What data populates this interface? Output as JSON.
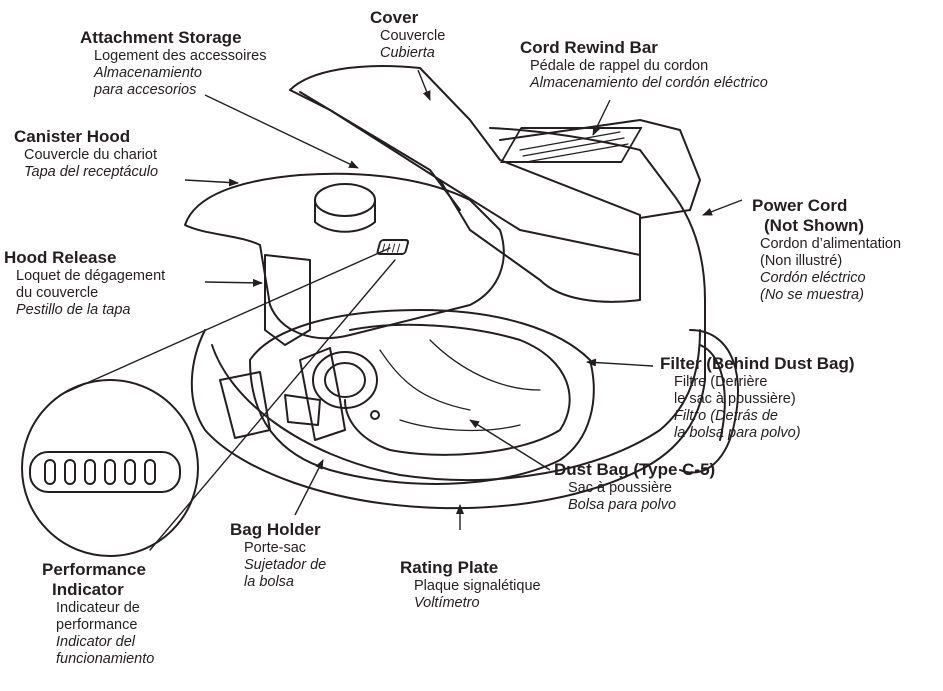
{
  "labels": {
    "attachment_storage": {
      "title": "Attachment Storage",
      "fr": "Logement des accessoires",
      "es1": "Almacenamiento",
      "es2": "para accesorios"
    },
    "cover": {
      "title": "Cover",
      "fr": "Couvercle",
      "es": "Cubierta"
    },
    "cord_rewind_bar": {
      "title": "Cord Rewind Bar",
      "fr": "Pédale de rappel du cordon",
      "es": "Almacenamiento del cordón eléctrico"
    },
    "canister_hood": {
      "title": "Canister Hood",
      "fr": "Couvercle du chariot",
      "es": "Tapa del receptáculo"
    },
    "power_cord": {
      "title1": "Power Cord",
      "title2": "(Not Shown)",
      "fr1": "Cordon d’alimentation",
      "fr2": "(Non illustré)",
      "es1": "Cordón eléctrico",
      "es2": "(No se muestra)"
    },
    "hood_release": {
      "title": "Hood Release",
      "fr1": "Loquet de dégagement",
      "fr2": "du couvercle",
      "es": "Pestillo de la tapa"
    },
    "filter": {
      "title": "Filter (Behind Dust Bag)",
      "fr1": "Filtre (Derrière",
      "fr2": "le sac à poussière)",
      "es1": "Filtro (Detrás de",
      "es2": "la bolsa para polvo)"
    },
    "dust_bag": {
      "title": "Dust Bag (Type C-5)",
      "fr": "Sac à poussière",
      "es": "Bolsa para polvo"
    },
    "bag_holder": {
      "title": "Bag Holder",
      "fr": "Porte-sac",
      "es1": "Sujetador de",
      "es2": "la bolsa"
    },
    "rating_plate": {
      "title": "Rating Plate",
      "fr": "Plaque signalétique",
      "es": "Voltímetro"
    },
    "performance_indicator": {
      "title1": "Performance",
      "title2": "Indicator",
      "fr1": "Indicateur de",
      "fr2": "performance",
      "es1": "Indicator del",
      "es2": "funcionamiento"
    }
  },
  "colors": {
    "ink": "#231f20",
    "background": "#ffffff"
  }
}
